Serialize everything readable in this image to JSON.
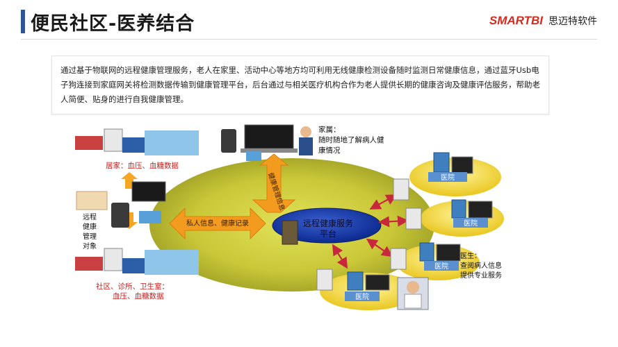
{
  "header": {
    "title": "便民社区-医养结合",
    "logo_mark": "SMARTBI",
    "logo_text": "思迈特软件"
  },
  "description": "通过基于物联网的远程健康管理服务，老人在家里、活动中心等地方均可利用无线健康检测设备随时监测日常健康信息，通过蓝牙Usb电子狗连接到家庭网关将检测数据传输到健康管理平台，后台通过与相关医疗机构合作为老人提供长期的健康咨询及健康评估服务，帮助老人简便、贴身的进行自我健康管理。",
  "diagram": {
    "platform_line1": "远程健康服务",
    "platform_line2": "平台",
    "home_label": "居家：血压、血糖数据",
    "elderly_label": [
      "远程",
      "健康",
      "管理",
      "对象"
    ],
    "community_label_line1": "社区、诊所、卫生室：",
    "community_label_line2": "血压、血糖数据",
    "family_title": "家属：",
    "family_line1": "随时随地了解病人健",
    "family_line2": "康情况",
    "arrow_private": "私人信息、健康记录",
    "arrow_health_info": "健康管理信息",
    "hospitals": [
      "医院",
      "医院",
      "医院",
      "医院"
    ],
    "doctor_title": "医生：",
    "doctor_line1": "查阅病人信息",
    "doctor_line2": "提供专业服务"
  }
}
